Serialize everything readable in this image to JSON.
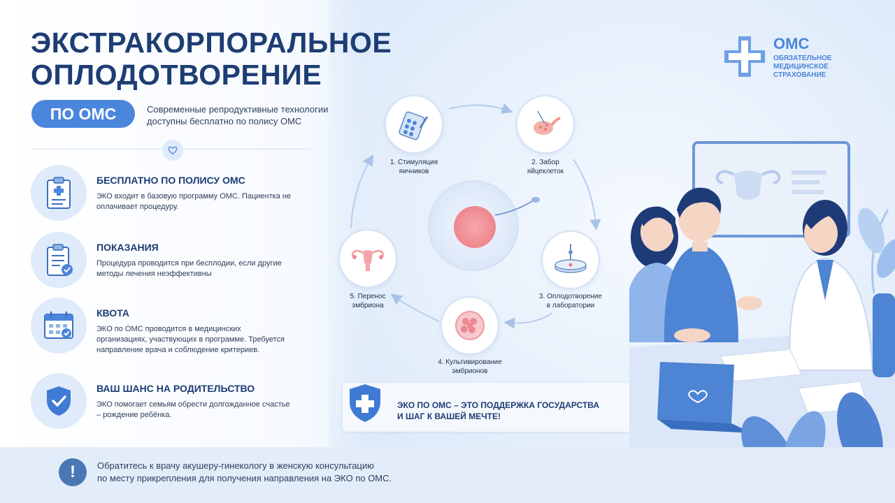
{
  "header": {
    "title_line1": "ЭКСТРАКОРПОРАЛЬНОЕ",
    "title_line2": "ОПЛОДОТВОРЕНИЕ",
    "pill": "ПО ОМС",
    "subtitle": "Современные репродуктивные технологии доступны бесплатно по полису ОМС"
  },
  "logo": {
    "name": "ОМС",
    "line1": "ОБЯЗАТЕЛЬНОЕ",
    "line2": "МЕДИЦИНСКОЕ",
    "line3": "СТРАХОВАНИЕ"
  },
  "features": [
    {
      "title": "БЕСПЛАТНО ПО ПОЛИСУ ОМС",
      "desc": "ЭКО входит в базовую программу ОМС. Пациентка не оплачивает процедуру.",
      "icon": "clipboard-medical-icon"
    },
    {
      "title": "ПОКАЗАНИЯ",
      "desc": "Процедура проводится при бесплодии, если другие методы лечения неэффективны",
      "icon": "checklist-icon"
    },
    {
      "title": "КВОТА",
      "desc": "ЭКО по ОМС проводится в медицинских организациях, участвующих в программе. Требуется направление врача и соблюдение критериев.",
      "icon": "calendar-icon"
    },
    {
      "title": "ВАШ ШАНС НА РОДИТЕЛЬСТВО",
      "desc": "ЭКО помогает семьям обрести долгожданное счастье – рождение ребёнка.",
      "icon": "shield-check-icon"
    }
  ],
  "steps": [
    {
      "label1": "1. Стимуляция",
      "label2": "яичников"
    },
    {
      "label1": "2. Забор",
      "label2": "яйцеклеток"
    },
    {
      "label1": "3. Оплодотворение",
      "label2": "в лаборатории"
    },
    {
      "label1": "4. Культивирование",
      "label2": "эмбрионов"
    },
    {
      "label1": "5. Перенос",
      "label2": "эмбриона"
    }
  ],
  "callout": {
    "line1": "ЭКО ПО ОМС – ЭТО ПОДДЕРЖКА ГОСУДАРСТВА",
    "line2": "И ШАГ К ВАШЕЙ МЕЧТЕ!"
  },
  "footer": {
    "line1": "Обратитесь к врачу акушеру-гинекологу в женскую консультацию",
    "line2": "по месту прикрепления для получения направления на ЭКО по ОМС.",
    "icon": "exclamation-icon"
  },
  "colors": {
    "primary": "#1d3d74",
    "accent": "#4b86dd",
    "background": "#eef4fc"
  }
}
